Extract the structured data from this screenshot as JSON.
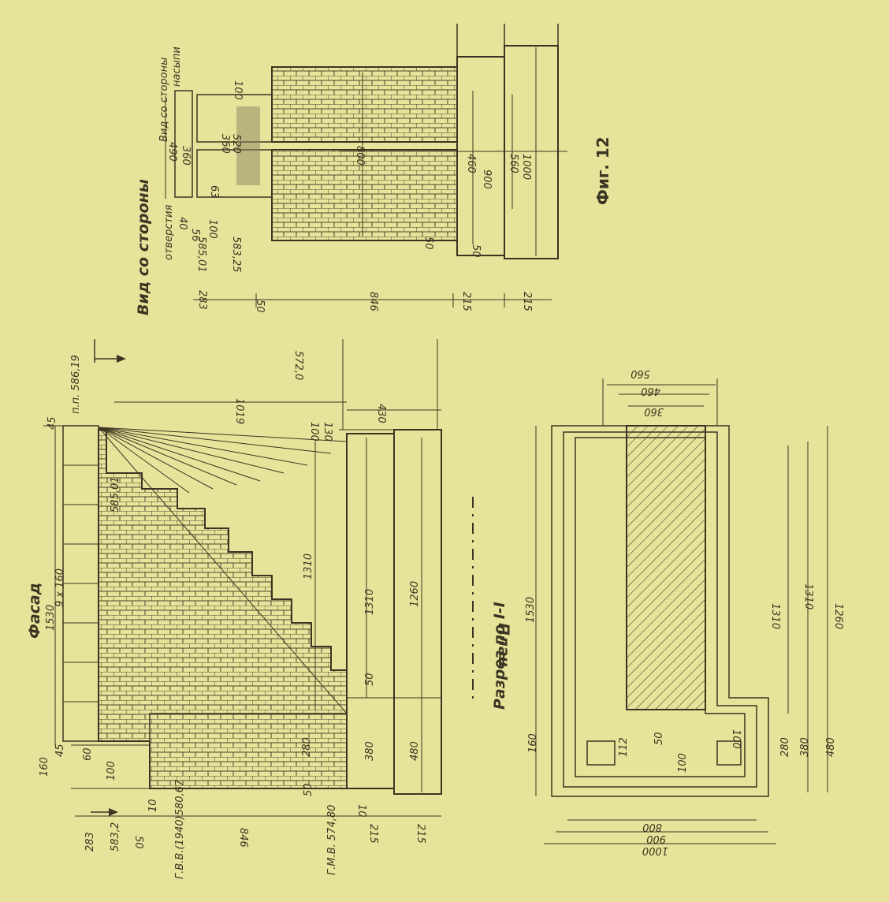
{
  "colors": {
    "paper": "#e8e39a",
    "ink": "#3a3522",
    "hatch": "#3a3522"
  },
  "figure_caption": "Фиг. 12",
  "top_view": {
    "title_opening_side": "Вид со стороны",
    "title_opening_side_2": "отверстия",
    "title_embankment_side": "Вид со стороны",
    "title_embankment_side_2": "насыпи",
    "dims": {
      "d100": "100",
      "d490": "490",
      "d360": "360",
      "d360b": "360",
      "d520": "520",
      "d800": "800",
      "d460": "460",
      "d900": "900",
      "d560": "560",
      "d1000": "1000",
      "d50a": "50",
      "d50b": "50",
      "d40": "40",
      "d56": "56",
      "d100b": "100",
      "d585": "585,01",
      "d583": "583,25",
      "d283": "283",
      "d50c": "50",
      "d846": "846",
      "d215a": "215",
      "d215b": "215",
      "d63": "63"
    }
  },
  "facade": {
    "title": "Фасад",
    "dims": {
      "d1530": "1530",
      "d9x160": "9 x 160",
      "d45a": "45",
      "d45b": "45",
      "d160": "160",
      "d60": "60",
      "d100": "100",
      "d583": "583,2",
      "d283": "283",
      "d50": "50",
      "d10a": "10",
      "d10b": "10",
      "gvv": "Г.В.В.(1940)580,67",
      "d846": "846",
      "gmv": "Г.М.В. 574,80",
      "d50b": "50",
      "d280": "280",
      "d380": "380",
      "d480": "480",
      "d50c": "50",
      "d1310a": "1310",
      "d1310b": "1310",
      "d1260": "1260",
      "d215a": "215",
      "d215b": "215",
      "d1019": "1019",
      "d430": "430",
      "d100b": "100",
      "d130": "130",
      "d572": "572,0",
      "pp": "п.п. 586,19",
      "d585": "585,01"
    }
  },
  "plan": {
    "title": "План",
    "subtitle": "Разрез по I-I",
    "dims": {
      "d560": "560",
      "d460": "460",
      "d360": "360",
      "d1530": "1530",
      "d1310a": "1310",
      "d1310b": "1310",
      "d1260": "1260",
      "d160": "160",
      "d112": "112",
      "d50": "50",
      "d100": "100",
      "d100b": "100",
      "d280": "280",
      "d380": "380",
      "d480": "480",
      "d800": "800",
      "d900": "900",
      "d1000": "1000"
    }
  }
}
